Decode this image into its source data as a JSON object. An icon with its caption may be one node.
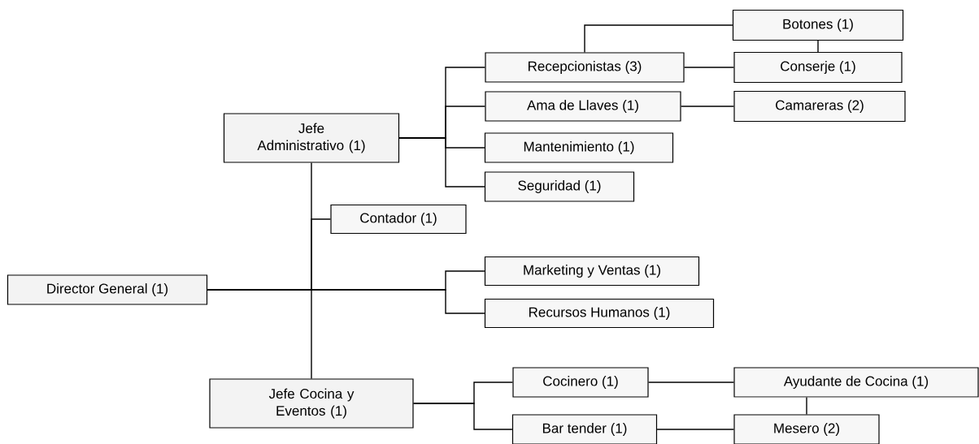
{
  "diagram": {
    "nodes": [
      {
        "text": [
          "Director General (1)"
        ]
      },
      {
        "text": [
          "Jefe Administrativo (1)"
        ]
      },
      {
        "text": [
          "Recepcionistas (3)"
        ]
      },
      {
        "text": [
          "Botones (1)"
        ]
      },
      {
        "text": [
          "Conserje (1)"
        ]
      },
      {
        "text": [
          "Ama de Llaves (1)"
        ]
      },
      {
        "text": [
          "Camareras (2)"
        ]
      },
      {
        "text": [
          "Mantenimiento (1)"
        ]
      },
      {
        "text": [
          "Seguridad (1)"
        ]
      },
      {
        "text": [
          "Contador (1)"
        ]
      },
      {
        "text": [
          "Marketing y Ventas (1)"
        ]
      },
      {
        "text": [
          "Recursos Humanos (1)"
        ]
      },
      {
        "text": [
          "Jefe Cocina y Eventos (1)"
        ]
      },
      {
        "text": [
          "Cocinero (1)"
        ]
      },
      {
        "text": [
          "Ayudante de Cocina (1)"
        ]
      },
      {
        "text": [
          "Bar tender (1)"
        ]
      },
      {
        "text": [
          "Mesero (2)"
        ]
      }
    ],
    "edges": [
      {
        "from": 0,
        "to": 1,
        "arrow": "none"
      },
      {
        "from": 0,
        "to": 9,
        "arrow": "none"
      },
      {
        "from": 0,
        "to": 12,
        "arrow": "none"
      },
      {
        "from": 0,
        "to": 10,
        "arrow": "none"
      },
      {
        "from": 0,
        "to": 11,
        "arrow": "none"
      },
      {
        "from": 1,
        "to": 2,
        "arrow": "none"
      },
      {
        "from": 1,
        "to": 5,
        "arrow": "none"
      },
      {
        "from": 1,
        "to": 7,
        "arrow": "none"
      },
      {
        "from": 1,
        "to": 8,
        "arrow": "none"
      },
      {
        "from": 2,
        "to": 3,
        "arrow": "none"
      },
      {
        "from": 2,
        "to": 4,
        "arrow": "none"
      },
      {
        "from": 3,
        "to": 4,
        "arrow": "none"
      },
      {
        "from": 5,
        "to": 6,
        "arrow": "none"
      },
      {
        "from": 12,
        "to": 13,
        "arrow": "none"
      },
      {
        "from": 12,
        "to": 15,
        "arrow": "none"
      },
      {
        "from": 13,
        "to": 14,
        "arrow": "none"
      },
      {
        "from": 15,
        "to": 16,
        "arrow": "none"
      },
      {
        "from": 14,
        "to": 16,
        "arrow": "none"
      }
    ]
  }
}
